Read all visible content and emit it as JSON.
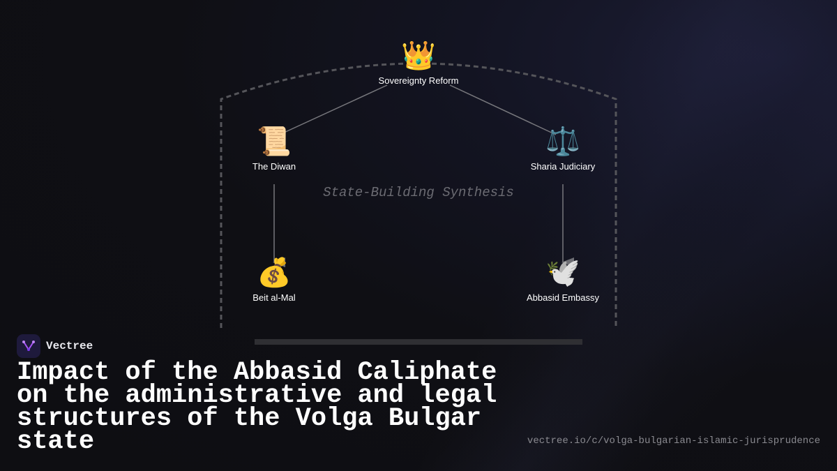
{
  "diagram": {
    "center_label": "State-Building Synthesis",
    "nodes": [
      {
        "id": "sovereignty",
        "label": "Sovereignty Reform",
        "icon": "crown-icon",
        "glyph": "👑"
      },
      {
        "id": "diwan",
        "label": "The Diwan",
        "icon": "scroll-icon",
        "glyph": "📜"
      },
      {
        "id": "judiciary",
        "label": "Sharia Judiciary",
        "icon": "scales-icon",
        "glyph": "⚖️"
      },
      {
        "id": "beit",
        "label": "Beit al-Mal",
        "icon": "money-bag-icon",
        "glyph": "💰"
      },
      {
        "id": "embassy",
        "label": "Abbasid Embassy",
        "icon": "dove-icon",
        "glyph": "🕊️"
      }
    ],
    "edges": [
      {
        "from": "sovereignty",
        "to": "diwan",
        "arrow": false
      },
      {
        "from": "sovereignty",
        "to": "judiciary",
        "arrow": false
      },
      {
        "from": "diwan",
        "to": "beit",
        "arrow": true
      },
      {
        "from": "judiciary",
        "to": "embassy",
        "arrow": true
      }
    ]
  },
  "brand": {
    "name": "Vectree",
    "accent": "#8a3ffc"
  },
  "title": "Impact of the Abbasid Caliphate on the administrative and legal structures of the Volga Bulgar state",
  "url": "vectree.io/c/volga-bulgarian-islamic-jurisprudence"
}
